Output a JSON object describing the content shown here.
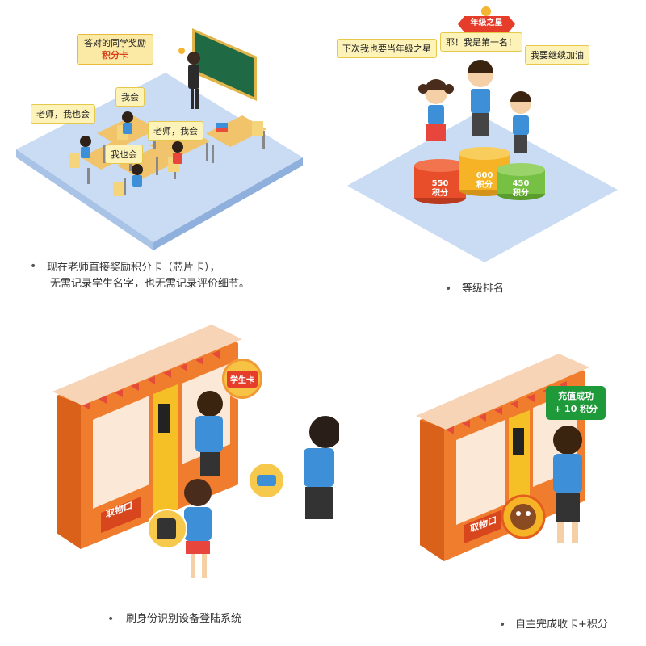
{
  "panel1": {
    "bubbles": {
      "reward": "答对的同学奖励",
      "reward_highlight": "积分卡",
      "me_too_teacher": "老师，我也会",
      "i_can": "我会",
      "teacher_i_can": "老师，我会",
      "i_can_too": "我也会"
    },
    "caption_line1": "现在老师直接奖励积分卡（芯片卡），",
    "caption_line2": "无需记录学生名字，也无需记录评价细节。",
    "bullet": "•"
  },
  "panel2": {
    "banner": "年级之星",
    "bubbles": {
      "next_time": "下次我也要当年级之星",
      "first": "耶！我是第一名！",
      "keep_going": "我要继续加油"
    },
    "podium": [
      {
        "score": "550",
        "unit": "积分",
        "color": "#e94e2b"
      },
      {
        "score": "600",
        "unit": "积分",
        "color": "#f5b325"
      },
      {
        "score": "450",
        "unit": "积分",
        "color": "#76c043"
      }
    ],
    "caption": "等级排名",
    "bullet": "•"
  },
  "panel3": {
    "badge": "学生卡",
    "machine_label": "取物口",
    "caption": "刷身份识别设备登陆系统",
    "bullet": "•"
  },
  "panel4": {
    "tooltip_line1": "充值成功",
    "tooltip_line2": "+ 10  积分",
    "machine_label": "取物口",
    "caption": "自主完成收卡+积分",
    "bullet": "•"
  }
}
